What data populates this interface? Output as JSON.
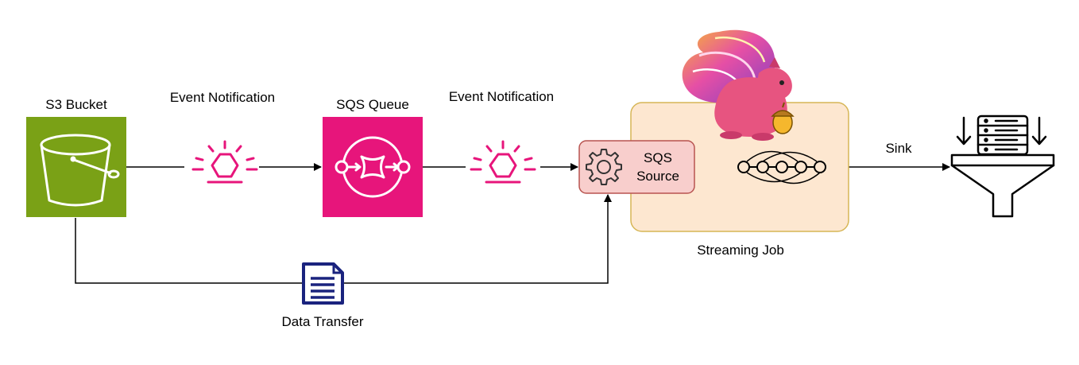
{
  "nodes": {
    "s3": {
      "label": "S3 Bucket"
    },
    "sqs": {
      "label": "SQS Queue"
    },
    "source": {
      "label_line1": "SQS",
      "label_line2": "Source"
    },
    "job": {
      "label": "Streaming Job"
    }
  },
  "edges": {
    "event1": {
      "label": "Event Notification"
    },
    "event2": {
      "label": "Event Notification"
    },
    "sink": {
      "label": "Sink"
    },
    "transfer": {
      "label": "Data Transfer"
    }
  },
  "colors": {
    "s3_fill": "#7aa116",
    "sqs_fill": "#e7157b",
    "event_icon": "#e7157b",
    "job_fill": "#fde7d0",
    "job_stroke": "#d6b656",
    "source_fill": "#f8cecc",
    "source_stroke": "#b85450",
    "document_icon": "#1a237e",
    "squirrel": "#e75480"
  },
  "icons": [
    "bucket-icon",
    "queue-icon",
    "event-icon",
    "gear-icon",
    "operator-chain-icon",
    "squirrel-logo",
    "document-icon",
    "database-funnel-icon"
  ]
}
